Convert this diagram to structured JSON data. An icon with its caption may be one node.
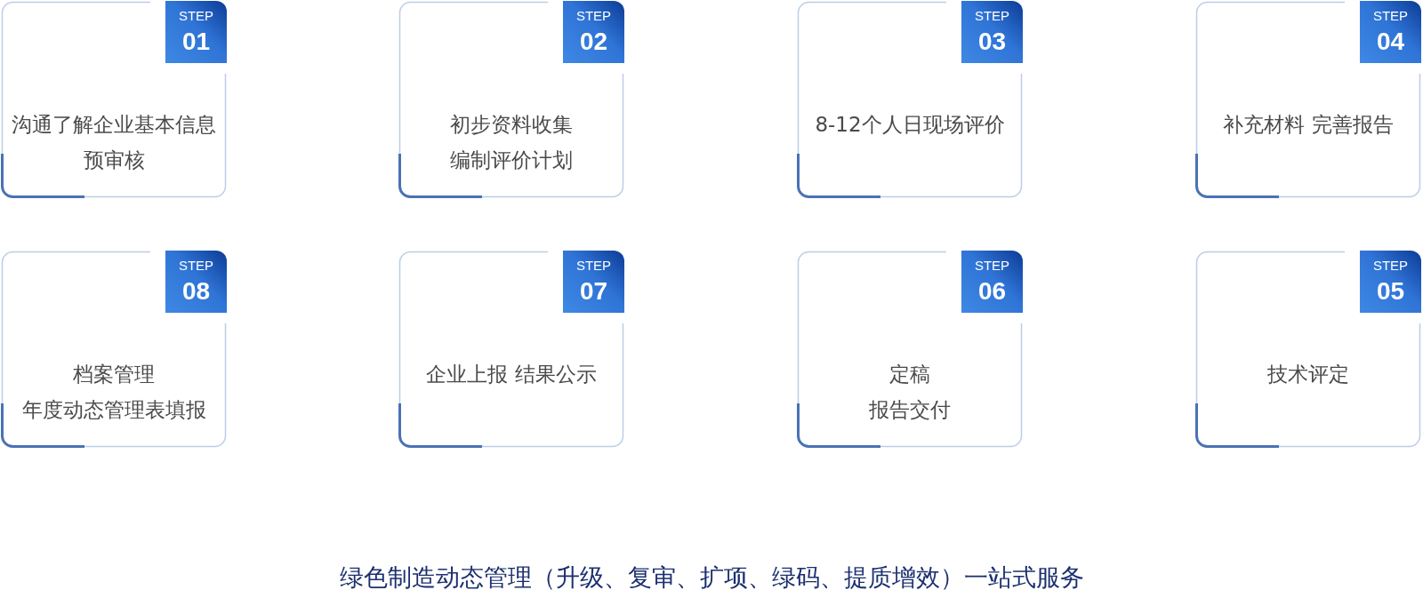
{
  "diagram": {
    "caption": "绿色制造动态管理（升级、复审、扩项、绿码、提质增效）一站式服务",
    "nodes": [
      {
        "text": [
          "沟通了解企业基本信息",
          "预审核"
        ]
      },
      {
        "text": [
          "STEP",
          "01"
        ],
        "in": 0
      },
      {
        "text": [
          "初步资料收集",
          "编制评价计划"
        ]
      },
      {
        "text": [
          "STEP",
          "02"
        ],
        "in": 2
      },
      {
        "text": [
          "8-12个人日现场评价"
        ]
      },
      {
        "text": [
          "STEP",
          "03"
        ],
        "in": 4
      },
      {
        "text": [
          "补充材料 完善报告"
        ]
      },
      {
        "text": [
          "STEP",
          "04"
        ],
        "in": 6
      },
      {
        "text": [
          "档案管理",
          "年度动态管理表填报"
        ]
      },
      {
        "text": [
          "STEP",
          "08"
        ],
        "in": 8
      },
      {
        "text": [
          "企业上报 结果公示"
        ]
      },
      {
        "text": [
          "STEP",
          "07"
        ],
        "in": 10
      },
      {
        "text": [
          "定稿",
          "报告交付"
        ]
      },
      {
        "text": [
          "STEP",
          "06"
        ],
        "in": 12
      },
      {
        "text": [
          "技术评定"
        ]
      },
      {
        "text": [
          "STEP",
          "05"
        ],
        "in": 14
      }
    ]
  }
}
